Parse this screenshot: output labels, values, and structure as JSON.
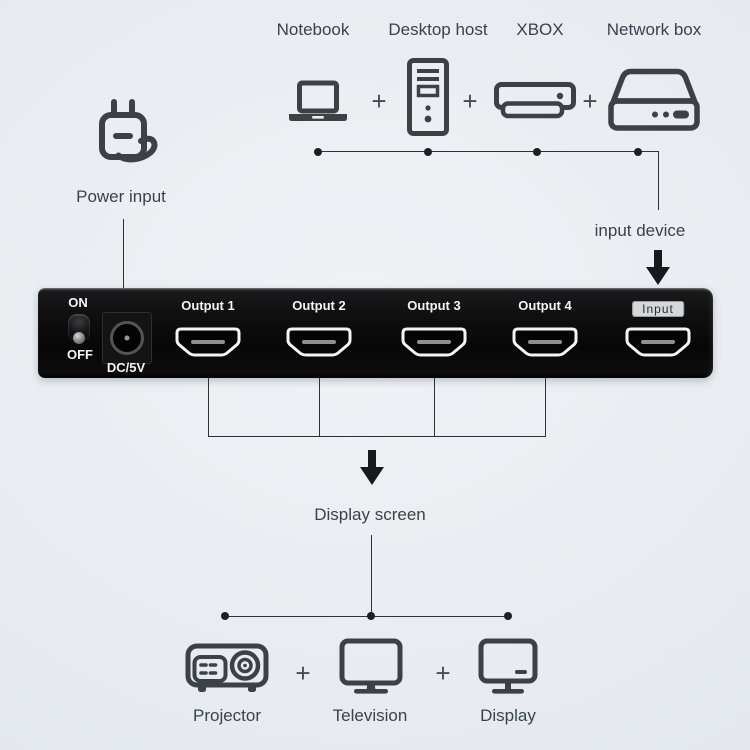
{
  "plus": "+",
  "sources": {
    "items": [
      {
        "label": "Notebook",
        "icon": "laptop-icon"
      },
      {
        "label": "Desktop host",
        "icon": "desktop-tower-icon"
      },
      {
        "label": "XBOX",
        "icon": "xbox-console-icon"
      },
      {
        "label": "Network box",
        "icon": "network-box-icon"
      }
    ]
  },
  "power": {
    "label": "Power input",
    "icon": "power-plug-icon"
  },
  "input_device": {
    "label": "input device"
  },
  "device": {
    "switch_on": "ON",
    "switch_off": "OFF",
    "dc_label": "DC/5V",
    "ports": [
      {
        "label": "Output 1"
      },
      {
        "label": "Output 2"
      },
      {
        "label": "Output 3"
      },
      {
        "label": "Output 4"
      },
      {
        "label": "Input"
      }
    ]
  },
  "display_screen": {
    "label": "Display screen"
  },
  "displays": {
    "items": [
      {
        "label": "Projector",
        "icon": "projector-icon"
      },
      {
        "label": "Television",
        "icon": "television-icon"
      },
      {
        "label": "Display",
        "icon": "display-monitor-icon"
      }
    ]
  },
  "colors": {
    "text": "#3b4249",
    "icon": "#3c4146",
    "line": "#2e3238",
    "device_black": "#0a0a0b",
    "port_white": "#f4f4f4",
    "background_center": "#eff2f5",
    "background_edge": "#dfe4ea"
  }
}
